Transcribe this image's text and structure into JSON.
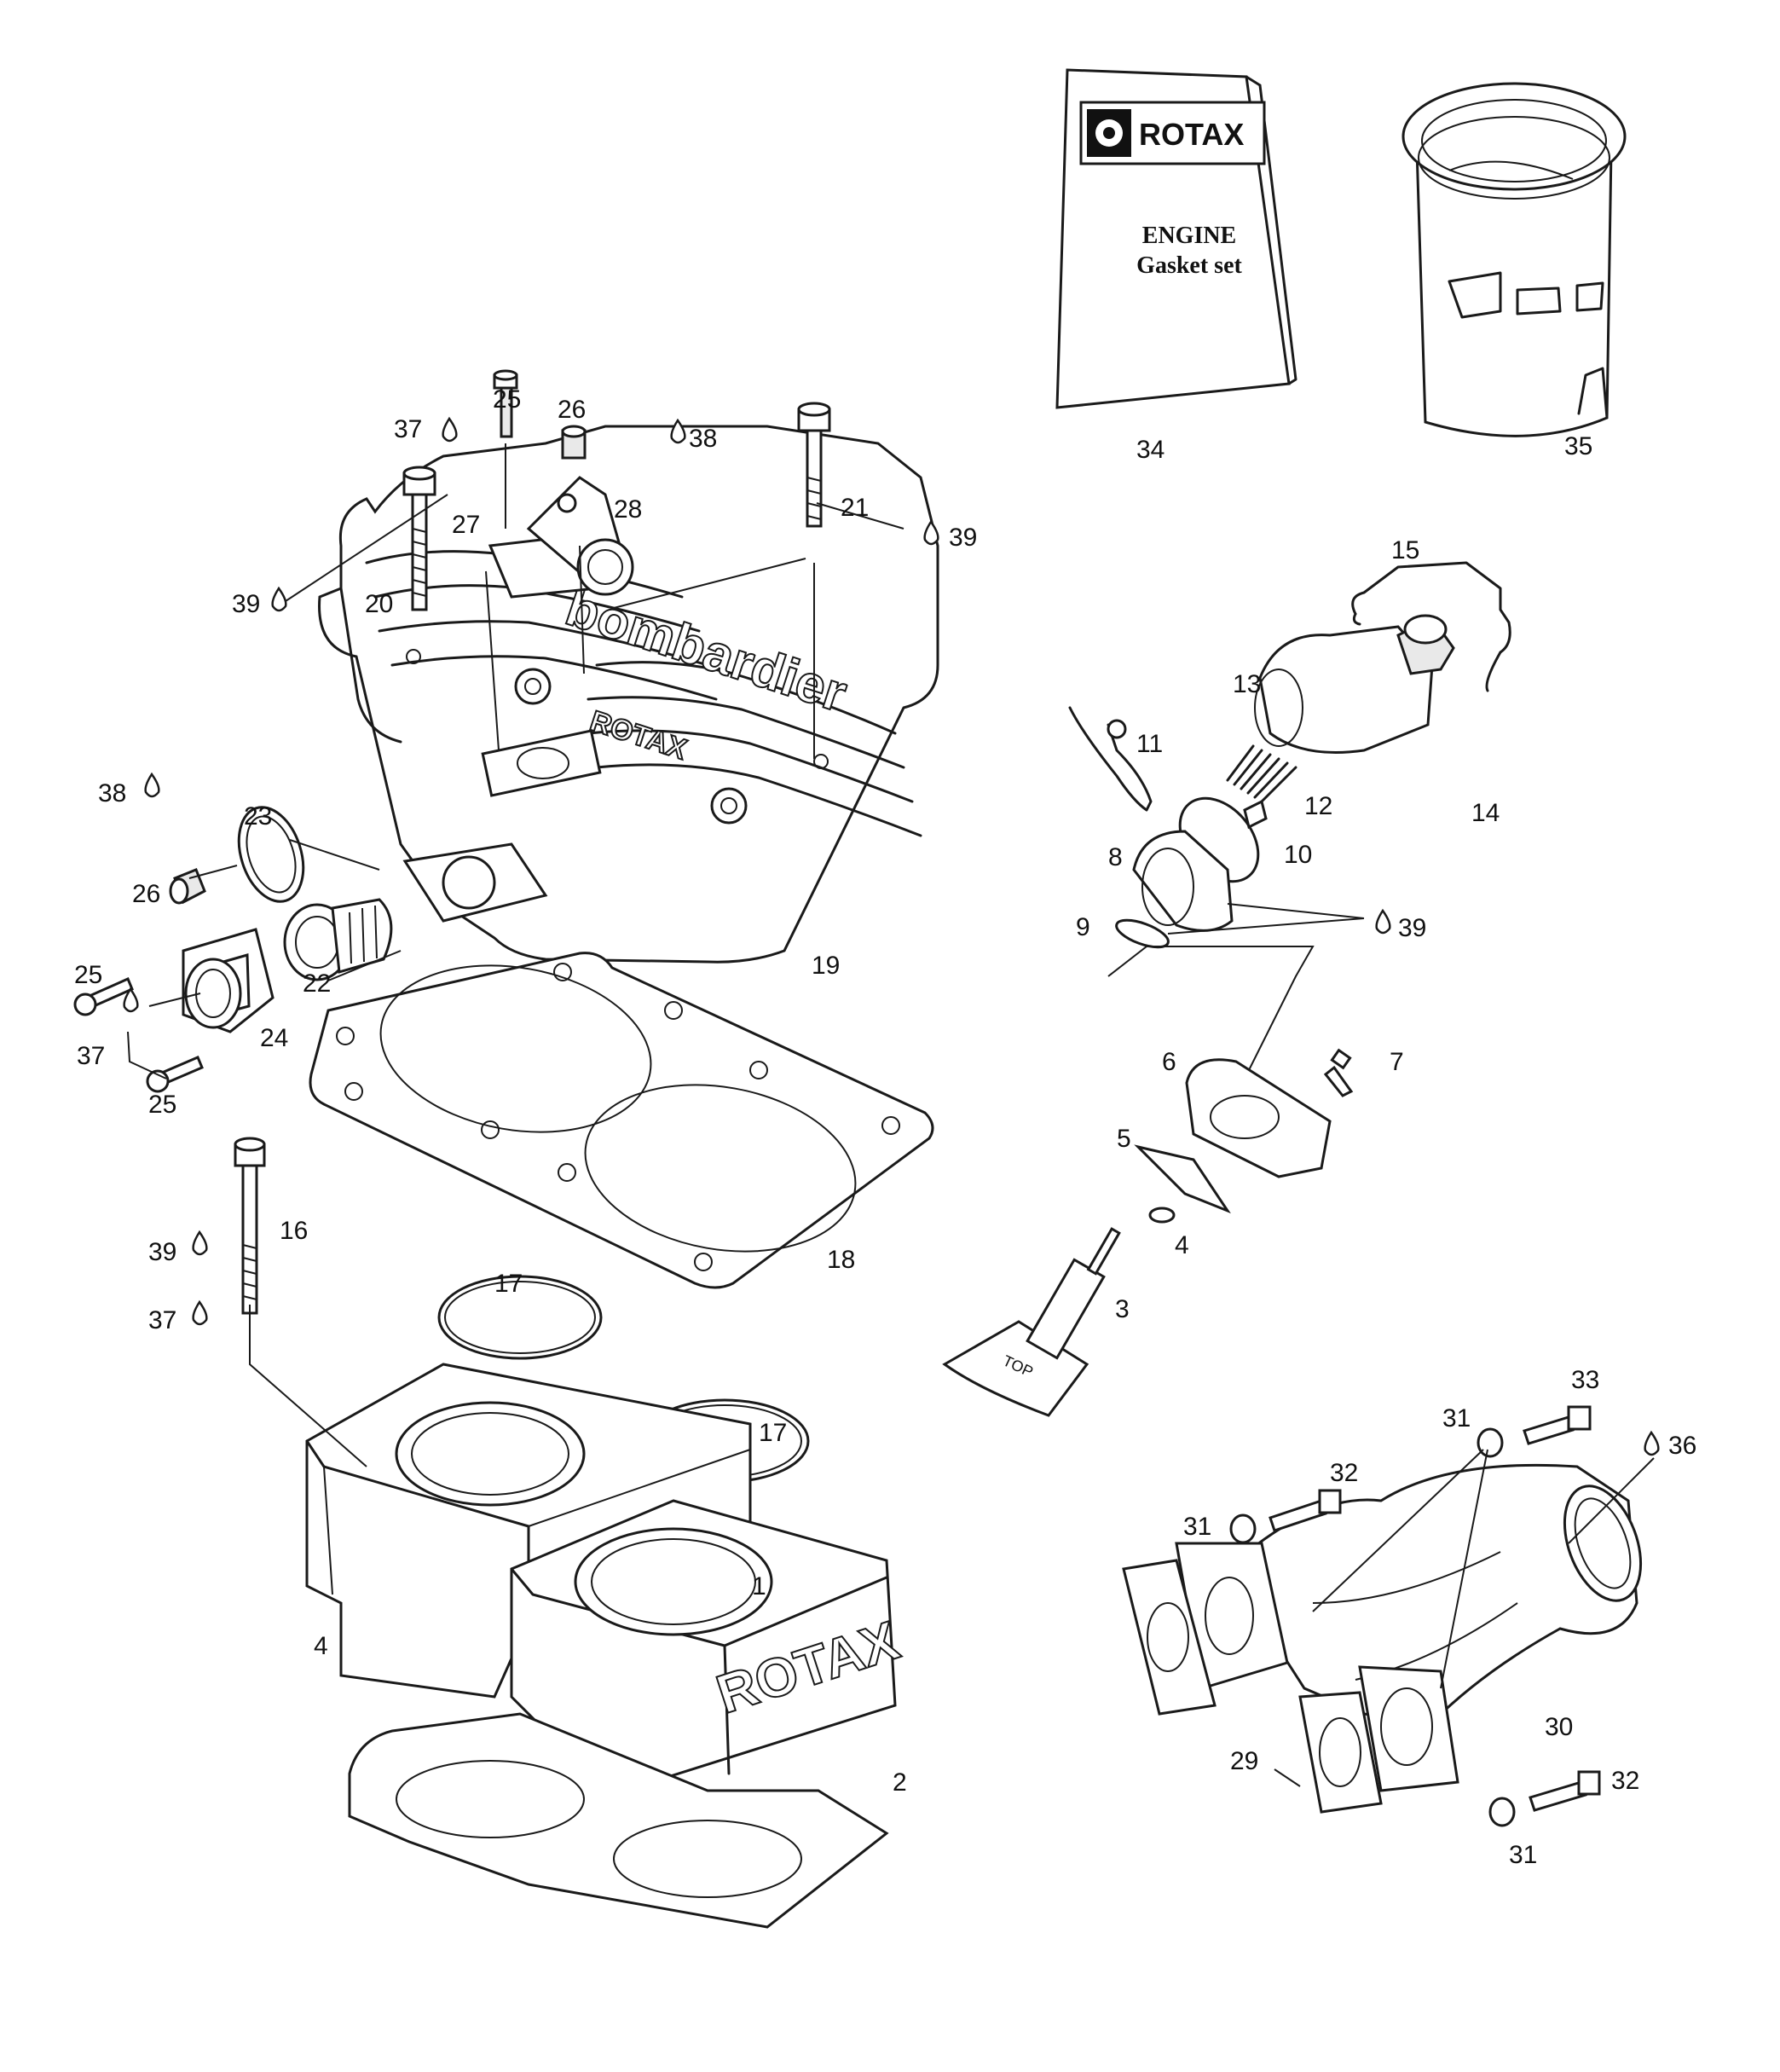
{
  "gasket_book": {
    "brand": "ROTAX",
    "line1": "ENGINE",
    "line2": "Gasket set"
  },
  "embossing": {
    "cylinder_head": "bombardier",
    "cylinder_head_sub": "ROTAX",
    "cylinder": "ROTAX"
  },
  "tool_marking": "TOP",
  "callouts": [
    {
      "id": "c1",
      "text": "1"
    },
    {
      "id": "c2",
      "text": "2"
    },
    {
      "id": "c3",
      "text": "3"
    },
    {
      "id": "c4a",
      "text": "4"
    },
    {
      "id": "c4b",
      "text": "4"
    },
    {
      "id": "c5",
      "text": "5"
    },
    {
      "id": "c6",
      "text": "6"
    },
    {
      "id": "c7",
      "text": "7"
    },
    {
      "id": "c8",
      "text": "8"
    },
    {
      "id": "c9",
      "text": "9"
    },
    {
      "id": "c10",
      "text": "10"
    },
    {
      "id": "c11",
      "text": "11"
    },
    {
      "id": "c12",
      "text": "12"
    },
    {
      "id": "c13",
      "text": "13"
    },
    {
      "id": "c14",
      "text": "14"
    },
    {
      "id": "c15",
      "text": "15"
    },
    {
      "id": "c16",
      "text": "16"
    },
    {
      "id": "c17a",
      "text": "17"
    },
    {
      "id": "c17b",
      "text": "17"
    },
    {
      "id": "c18",
      "text": "18"
    },
    {
      "id": "c19",
      "text": "19"
    },
    {
      "id": "c20",
      "text": "20"
    },
    {
      "id": "c21",
      "text": "21"
    },
    {
      "id": "c22",
      "text": "22"
    },
    {
      "id": "c23",
      "text": "23"
    },
    {
      "id": "c24",
      "text": "24"
    },
    {
      "id": "c25a",
      "text": "25"
    },
    {
      "id": "c25b",
      "text": "25"
    },
    {
      "id": "c25c",
      "text": "25"
    },
    {
      "id": "c26a",
      "text": "26"
    },
    {
      "id": "c26b",
      "text": "26"
    },
    {
      "id": "c27",
      "text": "27"
    },
    {
      "id": "c28",
      "text": "28"
    },
    {
      "id": "c29",
      "text": "29"
    },
    {
      "id": "c30",
      "text": "30"
    },
    {
      "id": "c31a",
      "text": "31"
    },
    {
      "id": "c31b",
      "text": "31"
    },
    {
      "id": "c31c",
      "text": "31"
    },
    {
      "id": "c32a",
      "text": "32"
    },
    {
      "id": "c32b",
      "text": "32"
    },
    {
      "id": "c33",
      "text": "33"
    },
    {
      "id": "c34",
      "text": "34"
    },
    {
      "id": "c35",
      "text": "35"
    },
    {
      "id": "c36",
      "text": "36"
    },
    {
      "id": "c37a",
      "text": "37"
    },
    {
      "id": "c37b",
      "text": "37"
    },
    {
      "id": "c37c",
      "text": "37"
    },
    {
      "id": "c38a",
      "text": "38"
    },
    {
      "id": "c38b",
      "text": "38"
    },
    {
      "id": "c39a",
      "text": "39"
    },
    {
      "id": "c39b",
      "text": "39"
    },
    {
      "id": "c39c",
      "text": "39"
    },
    {
      "id": "c39d",
      "text": "39"
    }
  ]
}
